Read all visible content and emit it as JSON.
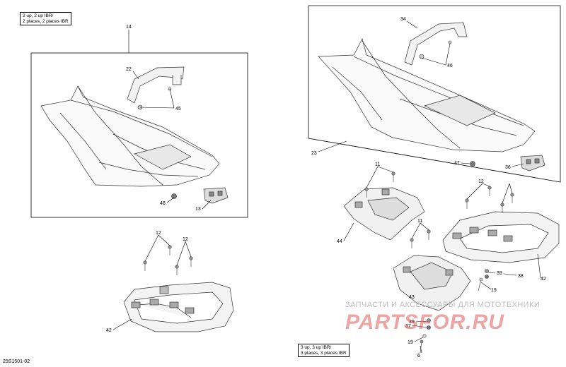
{
  "notes": {
    "top": [
      "2 up, 2 up IBR/",
      "2 places, 2 places IBR"
    ],
    "bottom": [
      "3 up, 3 up IBR/",
      "3 places, 3 places IBR"
    ]
  },
  "reference_code": "25S1501-02",
  "watermark": {
    "line1": "ЗАПЧАСТИ И АКСЕССУАРЫ ДЛЯ МОТОТЕХНИКИ",
    "line2": "PARTSFOR.RU"
  },
  "callouts": {
    "c14": "14",
    "c22": "22",
    "c45": "45",
    "c48": "48",
    "c13": "13",
    "c12a": "12",
    "c12b": "12",
    "c42a": "42",
    "c34": "34",
    "c46": "46",
    "c23": "23",
    "c47": "47",
    "c36": "36",
    "c11a": "11",
    "c44": "44",
    "c11b": "11",
    "c12c": "12",
    "c42b": "42",
    "c39a": "39",
    "c38": "38",
    "c19a": "19",
    "c43": "43",
    "c39b": "39",
    "c37": "37",
    "c19b": "19",
    "c6": "6"
  }
}
